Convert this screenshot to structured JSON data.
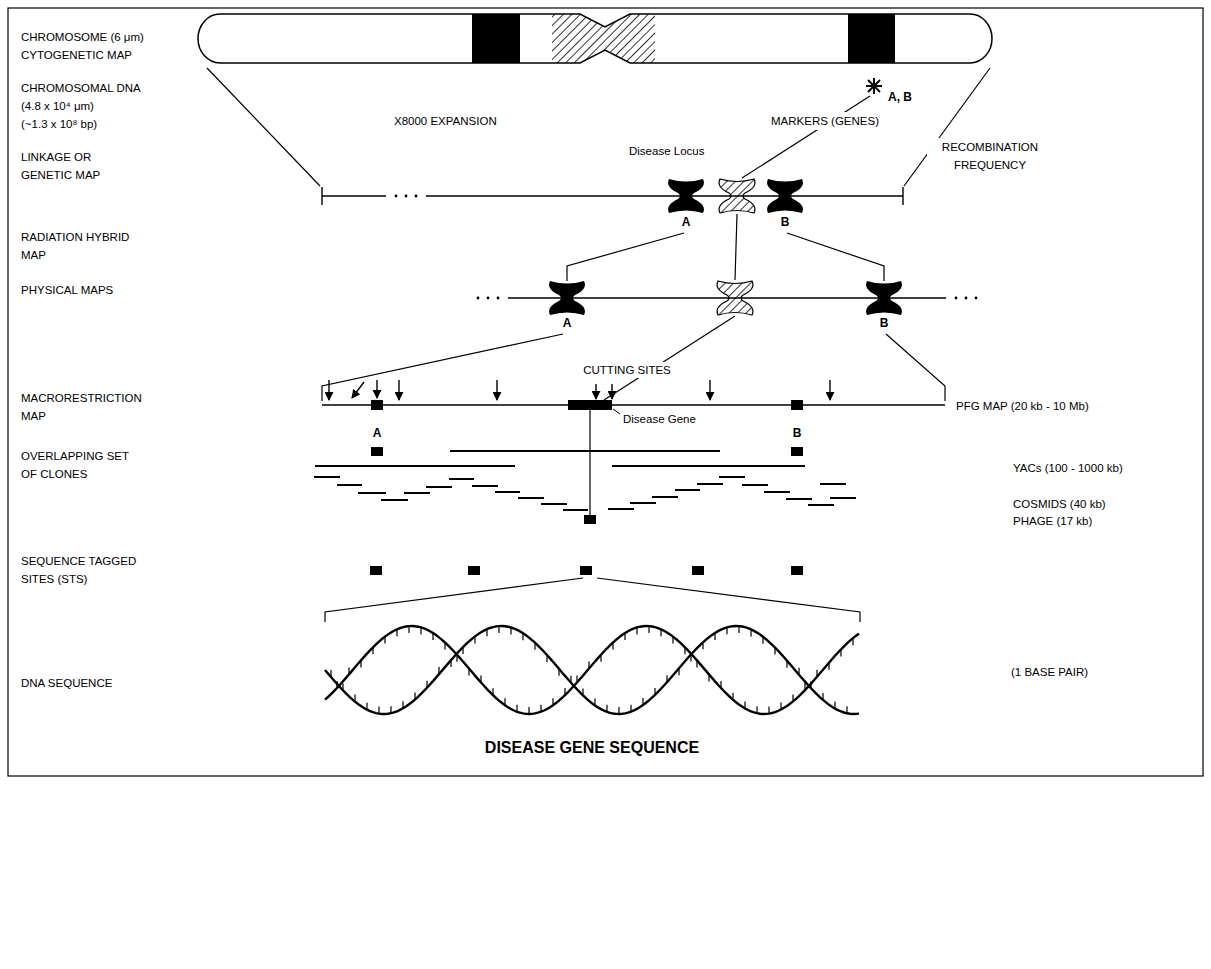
{
  "diagram": {
    "caption": "DISEASE GENE SEQUENCE",
    "labels": [
      "CHROMOSOME (6 μm) CYTOGENETIC MAP",
      "CHROMOSOMAL DNA",
      "A, B",
      "(4.8 x 10⁴ μm)",
      "X8000 EXPANSION",
      "MARKERS (GENES)",
      "(~1.3 x 10⁸ bp)",
      "RECOMBINATION FREQUENCY",
      "Disease Locus",
      "LINKAGE OR GENETIC MAP",
      "A",
      "B",
      "RADIATION HYBRID MAP",
      "PHYSICAL MAPS",
      "A",
      "B",
      "CUTTING SITES",
      "MACRORESTRICTION MAP",
      "PFG MAP (20 kb - 10 Mb)",
      "Disease Gene",
      "A",
      "B",
      "OVERLAPPING SET OF CLONES",
      "YACs (100 - 1000 kb)",
      "COSMIDS (40 kb)",
      "PHAGE (17 kb)",
      "SEQUENCE TAGGED SITES (STS)",
      "(1 BASE PAIR)",
      "DNA SEQUENCE"
    ]
  }
}
